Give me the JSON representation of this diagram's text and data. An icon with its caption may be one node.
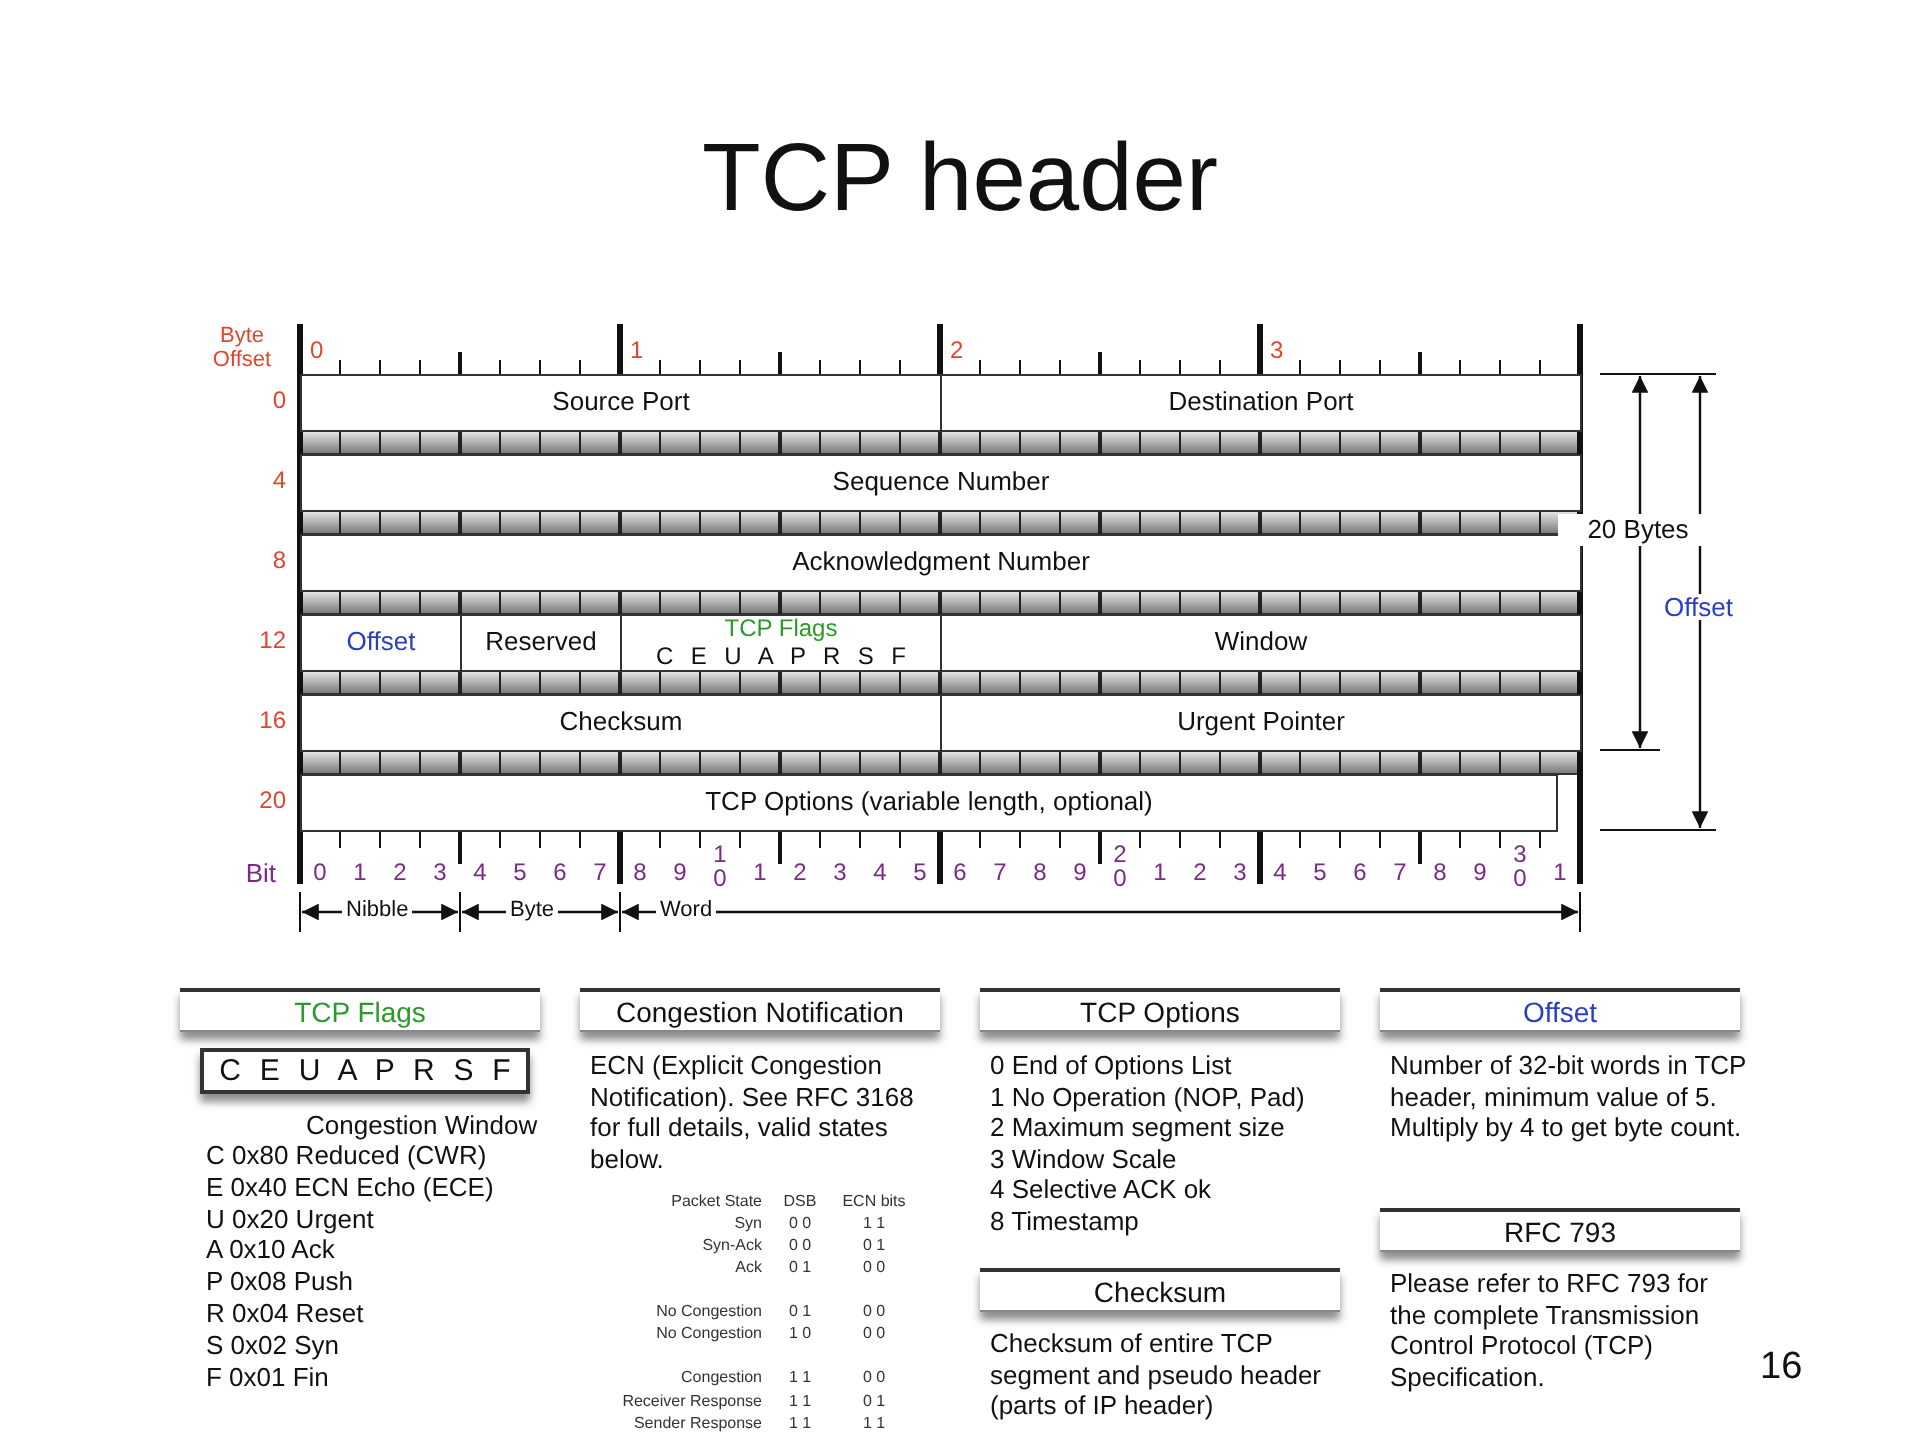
{
  "diagram": {
    "title": "TCP header",
    "nodes": [
      {
        "text": [
          "Source Port"
        ]
      },
      {
        "text": [
          "Destination Port"
        ]
      },
      {
        "text": [
          "Sequence Number"
        ]
      },
      {
        "text": [
          "Acknowledgment Number"
        ]
      },
      {
        "text": [
          "Offset"
        ]
      },
      {
        "text": [
          "Reserved"
        ]
      },
      {
        "text": [
          "TCP Flags",
          "C E U A P R S F"
        ]
      },
      {
        "text": [
          "Window"
        ]
      },
      {
        "text": [
          "Checksum"
        ]
      },
      {
        "text": [
          "Urgent Pointer"
        ]
      },
      {
        "text": [
          "TCP Options (variable length, optional)"
        ]
      },
      {
        "text": [
          "TCP Flags"
        ]
      },
      {
        "text": [
          "C E U A P R S F"
        ]
      },
      {
        "text": [
          "Congestion Notification"
        ],
        "beside": [
          "ECN (Explicit Congestion Notification).  See RFC 3168 for full details, valid states below."
        ]
      },
      {
        "text": [
          "TCP Options"
        ]
      },
      {
        "text": [
          "Checksum"
        ],
        "beside": [
          "Checksum of entire TCP segment and pseudo header (parts of IP header)"
        ]
      },
      {
        "text": [
          "Offset"
        ],
        "beside": [
          "Number of 32-bit words in TCP header, minimum value of 5.  Multiply by 4 to get byte count."
        ]
      },
      {
        "text": [
          "RFC 793"
        ],
        "beside": [
          "Please refer to RFC 793 for the complete Transmission Control Protocol (TCP) Specification."
        ]
      }
    ],
    "labels": [
      "Byte Offset",
      "0",
      "1",
      "2",
      "3",
      "0",
      "4",
      "8",
      "12",
      "16",
      "20",
      "20 Bytes",
      "Offset",
      "Bit",
      "0",
      "1",
      "2",
      "3",
      "4",
      "5",
      "6",
      "7",
      "8",
      "9",
      "10",
      "1",
      "2",
      "3",
      "4",
      "5",
      "6",
      "7",
      "8",
      "9",
      "20",
      "1",
      "2",
      "3",
      "4",
      "5",
      "6",
      "7",
      "8",
      "9",
      "30",
      "1",
      "Nibble",
      "Byte",
      "Word",
      "Congestion Window",
      "C 0x80 Reduced (CWR)",
      "E 0x40 ECN Echo (ECE)",
      "U 0x20 Urgent",
      "A 0x10 Ack",
      "P 0x08 Push",
      "R 0x04 Reset",
      "S 0x02 Syn",
      "F 0x01 Fin",
      "Packet State",
      "DSB",
      "ECN bits",
      "Syn",
      "0 0",
      "1 1",
      "Syn-Ack",
      "0 0",
      "0 1",
      "Ack",
      "0 1",
      "0 0",
      "No Congestion",
      "0 1",
      "0 0",
      "No Congestion",
      "1 0",
      "0 0",
      "Congestion",
      "1 1",
      "0 0",
      "Receiver Response",
      "1 1",
      "0 1",
      "Sender Response",
      "1 1",
      "1 1",
      "0 End of Options List",
      "1 No Operation (NOP, Pad)",
      "2 Maximum segment size",
      "3 Window Scale",
      "4 Selective ACK ok",
      "8 Timestamp",
      "16"
    ]
  }
}
